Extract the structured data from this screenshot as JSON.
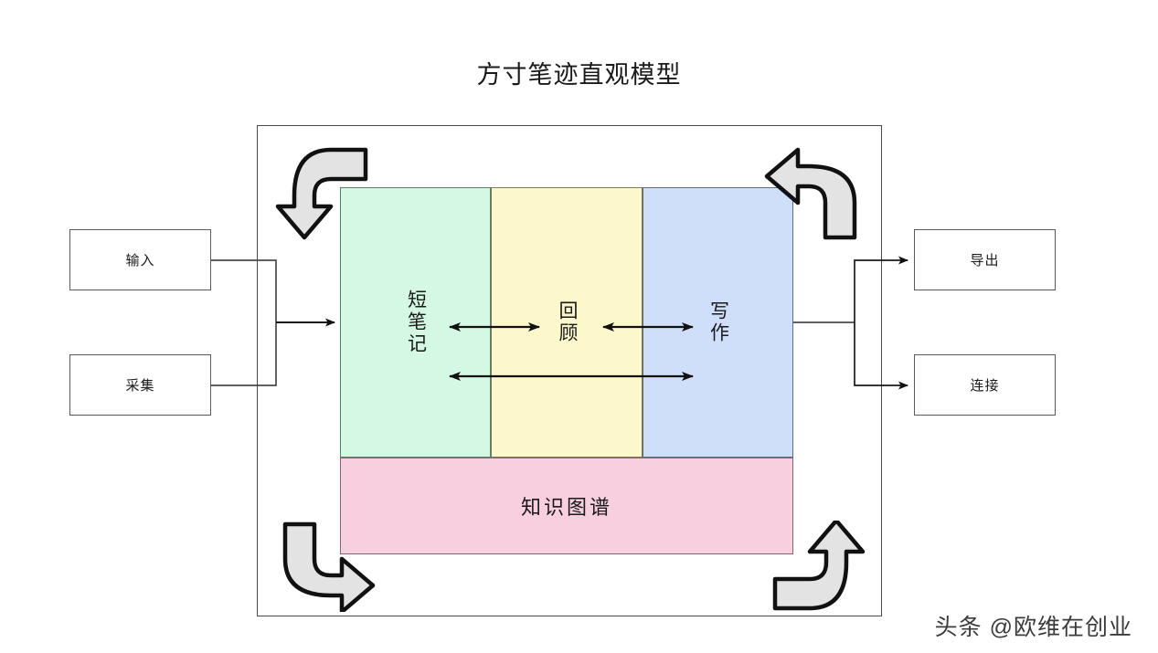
{
  "diagram": {
    "title": "方寸笔迹直观模型",
    "watermark": "头条 @欧维在创业",
    "colors": {
      "short_notes": "#d4f8e2",
      "review": "#fcf8cb",
      "writing": "#cfdff9",
      "knowledge_graph": "#f7cfdf",
      "frame_stroke": "#4a4a4a",
      "box_stroke": "#5a5a5a",
      "arrow_fill": "#e3e3e3",
      "arrow_stroke": "#111111"
    },
    "inputs": [
      {
        "label": "输入",
        "name": "input"
      },
      {
        "label": "采集",
        "name": "collect"
      }
    ],
    "outputs": [
      {
        "label": "导出",
        "name": "export"
      },
      {
        "label": "连接",
        "name": "connect"
      }
    ],
    "core_panels": [
      {
        "label": "短笔记",
        "name": "short-notes",
        "orientation": "vertical"
      },
      {
        "label": "回顾",
        "name": "review",
        "orientation": "vertical"
      },
      {
        "label": "写作",
        "name": "writing",
        "orientation": "vertical"
      }
    ],
    "foundation_panel": {
      "label": "知识图谱",
      "name": "knowledge-graph"
    },
    "flow_arrows": {
      "short_notes_review": "双向",
      "review_writing": "双向",
      "short_notes_writing": "双向"
    },
    "corner_arrows": [
      {
        "name": "top-left",
        "direction": "down"
      },
      {
        "name": "top-right",
        "direction": "left"
      },
      {
        "name": "bottom-left",
        "direction": "right"
      },
      {
        "name": "bottom-right",
        "direction": "up"
      }
    ]
  }
}
